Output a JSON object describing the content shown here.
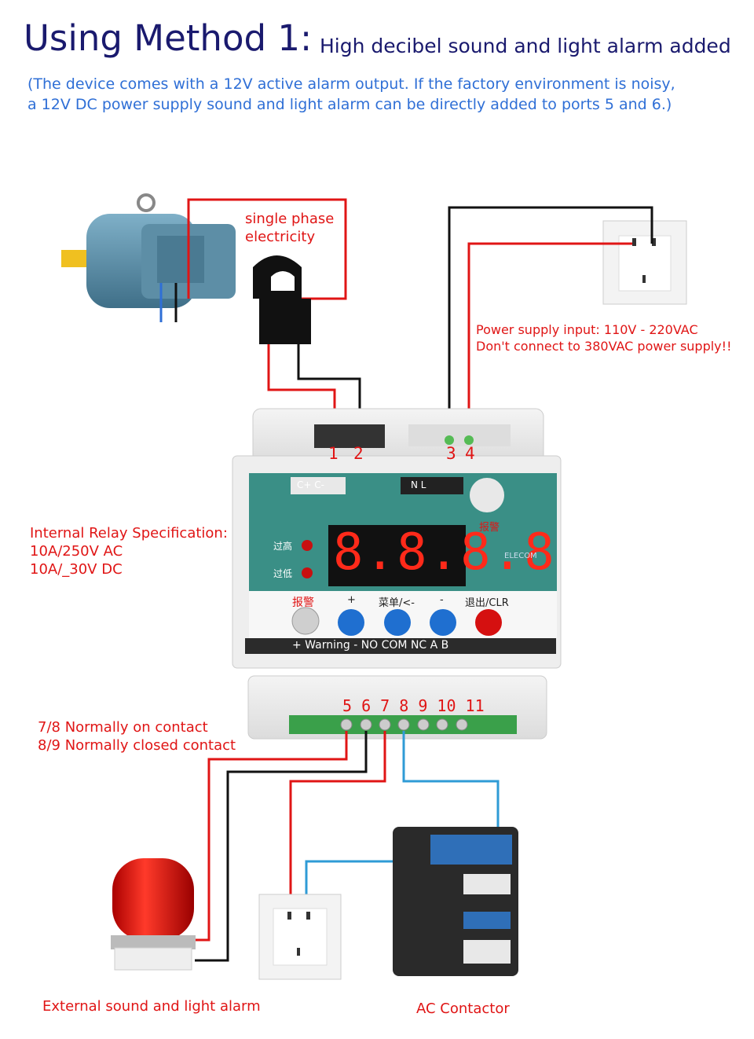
{
  "title": {
    "main": "Using Method 1:",
    "sub": "High decibel sound and light alarm added",
    "note_line1": "(The device comes with a 12V active alarm output. If the factory environment is noisy,",
    "note_line2": "a 12V DC power supply sound and light alarm can be directly added to ports 5 and 6.)"
  },
  "motor": {
    "label_line1": "single phase",
    "label_line2": "electricity"
  },
  "power": {
    "label_line1": "Power supply input: 110V - 220VAC",
    "label_line2": "Don't connect to 380VAC power supply!!"
  },
  "relay": {
    "label_line1": "Internal Relay Specification:",
    "label_line2": "10A/250V AC",
    "label_line3": "10A/_30V DC"
  },
  "contacts": {
    "label_line1": "7/8 Normally on contact",
    "label_line2": "8/9 Normally closed contact"
  },
  "terminals_top": [
    "1",
    "2",
    "3",
    "4"
  ],
  "terminals_bottom": "5 6 7 8 9 10 11",
  "device": {
    "top_left": "C+  C-",
    "top_right": "N    L",
    "alarm_cn": "报警",
    "high_cn": "过高",
    "low_cn": "过低",
    "display": "8.8.8.8",
    "brand": "ELECOM",
    "btn_alarm": "报警",
    "btn_plus": "+",
    "btn_menu": "菜单/<-",
    "btn_minus": "-",
    "btn_exit": "退出/CLR",
    "bottom_strip": "+ Warning -    NO COM NC    A    B"
  },
  "bottom_labels": {
    "alarm": "External sound and light alarm",
    "contactor": "AC Contactor"
  },
  "colors": {
    "title": "#1a1a6e",
    "note": "#2f6fd6",
    "label": "#e01515",
    "panel": "#3a8f86"
  }
}
